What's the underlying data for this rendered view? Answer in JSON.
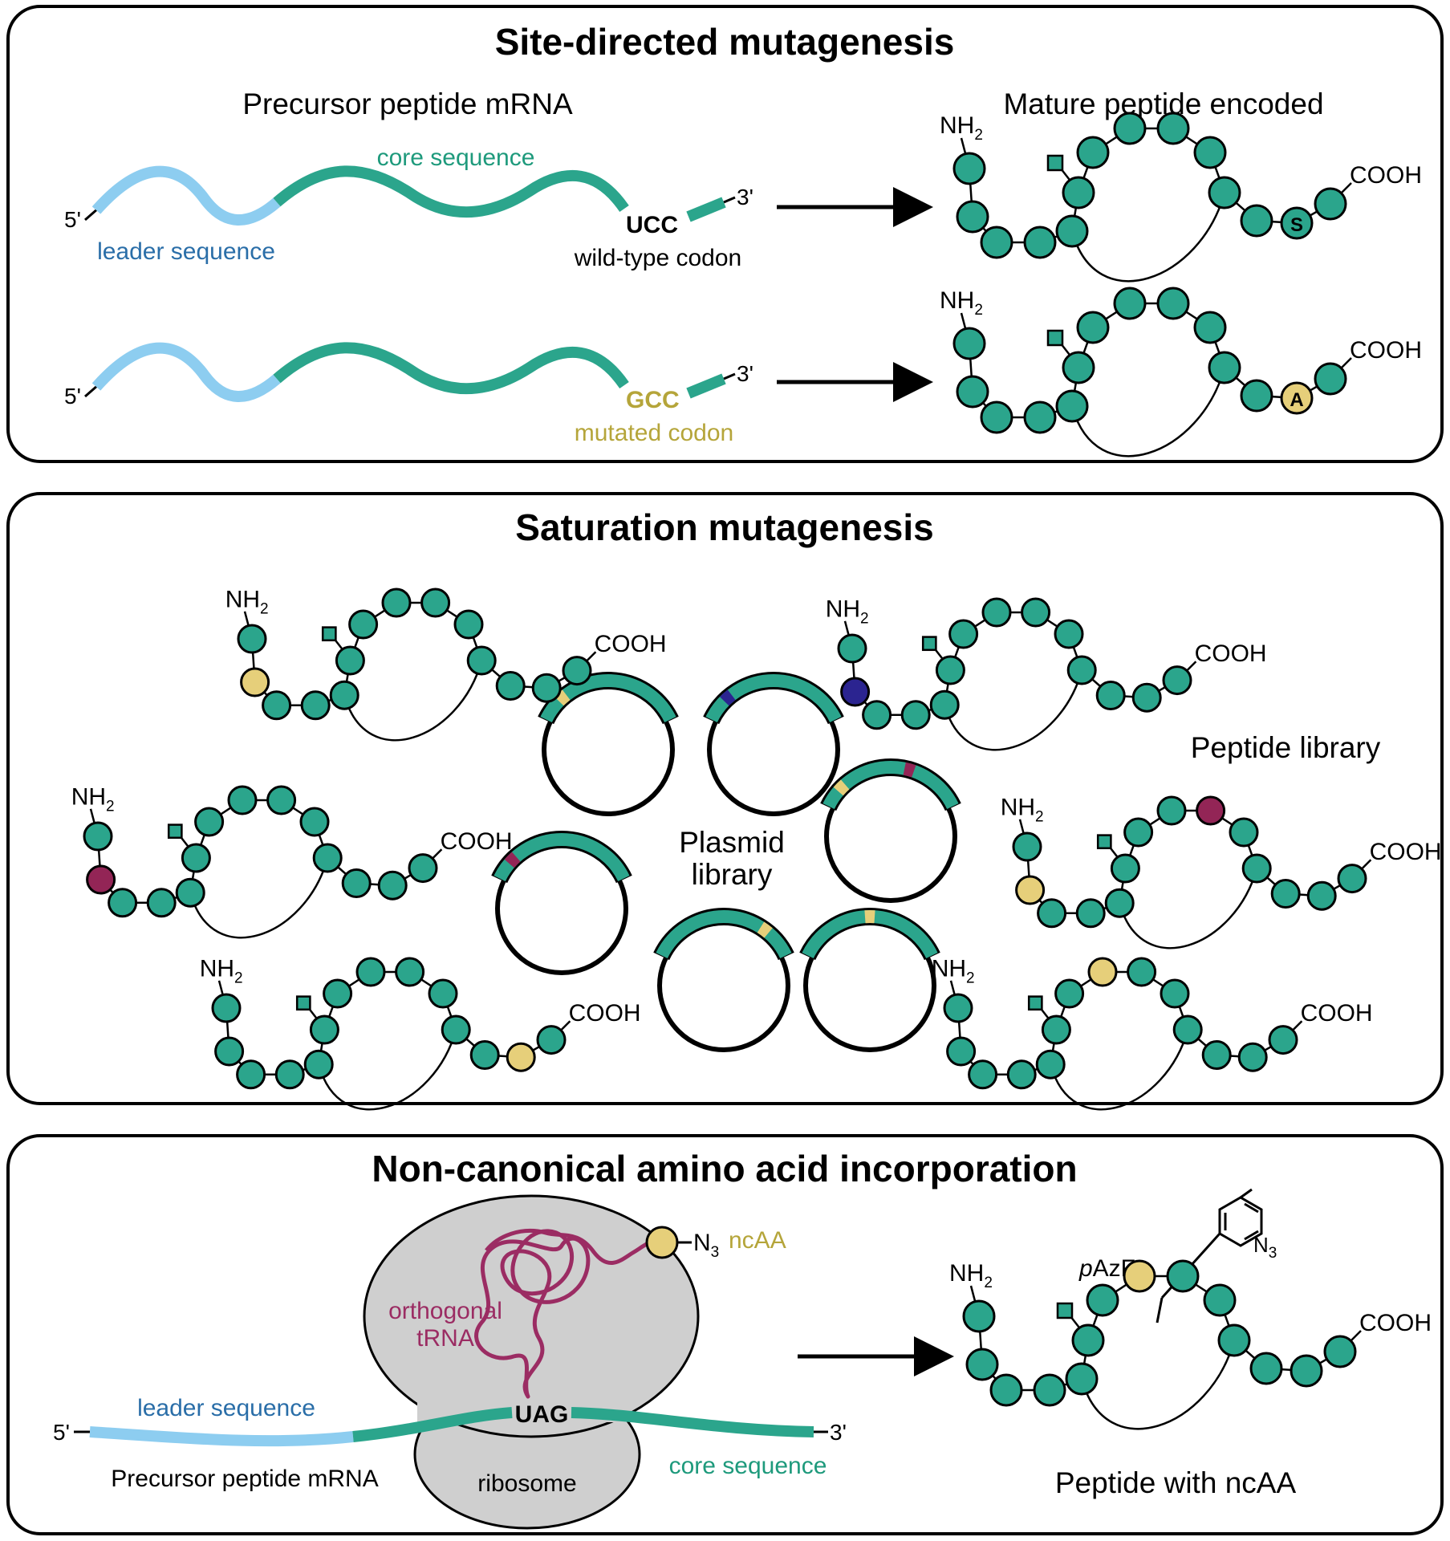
{
  "colors": {
    "teal": "#2ba58c",
    "leader": "#8dcdf0",
    "leader_text": "#2a6ea8",
    "core_text": "#1e9a7c",
    "mutant_yellow": "#e6cf7a",
    "mutant_text": "#b5a53a",
    "mutant_purple": "#2b2490",
    "mutant_maroon": "#932556",
    "trna": "#9b2c63",
    "ribosome": "#cfcfcf"
  },
  "panels": {
    "site_directed": {
      "title": "Site-directed mutagenesis",
      "left_heading": "Precursor peptide mRNA",
      "right_heading": "Mature peptide encoded",
      "five_prime": "5'",
      "three_prime": "3'",
      "leader_label": "leader sequence",
      "core_label": "core sequence",
      "wt_codon": "UCC",
      "wt_caption": "wild-type codon",
      "mut_codon": "GCC",
      "mut_caption": "mutated codon",
      "wt_residue": "S",
      "mut_residue": "A",
      "n_term": "NH",
      "n_term_sub": "2",
      "c_term": "COOH"
    },
    "saturation": {
      "title": "Saturation mutagenesis",
      "plasmid_label_1": "Plasmid",
      "plasmid_label_2": "library",
      "peptide_library_label": "Peptide library",
      "n_term": "NH",
      "n_term_sub": "2",
      "c_term": "COOH"
    },
    "ncaa": {
      "title": "Non-canonical amino acid incorporation",
      "five_prime": "5'",
      "three_prime": "3'",
      "leader_label": "leader sequence",
      "core_label": "core sequence",
      "mrna_label": "Precursor peptide mRNA",
      "ribosome_label": "ribosome",
      "trna_label_1": "orthogonal",
      "trna_label_2": "tRNA",
      "stop_codon": "UAG",
      "ncaa_label": "ncAA",
      "azide": "N",
      "azide_sub": "3",
      "pazf_italic": "p",
      "pazf_rest": "AzF",
      "n_term": "NH",
      "n_term_sub": "2",
      "c_term": "COOH",
      "result_label": "Peptide with ncAA"
    }
  }
}
